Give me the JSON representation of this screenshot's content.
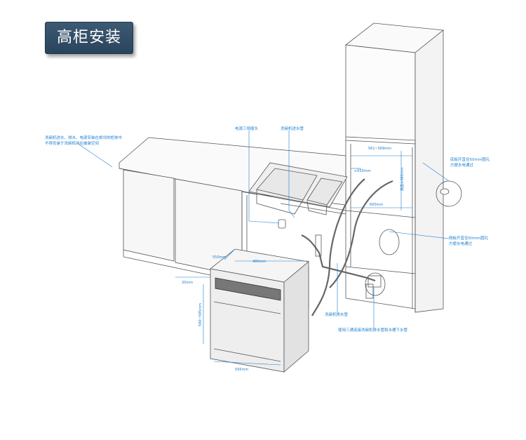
{
  "title": "高柜安装",
  "colors": {
    "line": "#555555",
    "annotation": "#1d7fd0",
    "badge": "#354f66"
  },
  "annotations": {
    "cabinet_note_1": "洗碗机进水、排水、电源安装在相邻的柜体中",
    "cabinet_note_2": "不得安装于洗碗机所在嵌装空间",
    "power_plug": "电源三相插头",
    "inlet_hose": "洗碗机进水管",
    "tall_side_hole_1": "底板开直径50mm圆孔",
    "tall_side_hole_2": "方便水电通过",
    "side_hole_1": "侧板开直径50mm圆孔",
    "side_hole_2": "方便水电通过",
    "drain_hose": "洗碗机排水管",
    "three_way": "使用三通连接洗碗机排水管和水槽下水管"
  },
  "dimensions": {
    "niche_width": "561~569mm",
    "niche_depth": "≥550mm",
    "niche_height": "高度≥460mm",
    "depth_600": "600mm",
    "depth_550": "550mm",
    "width_480": "480mm",
    "gap_20": "20mm",
    "height_range": "590~595mm",
    "width_595": "595mm"
  }
}
